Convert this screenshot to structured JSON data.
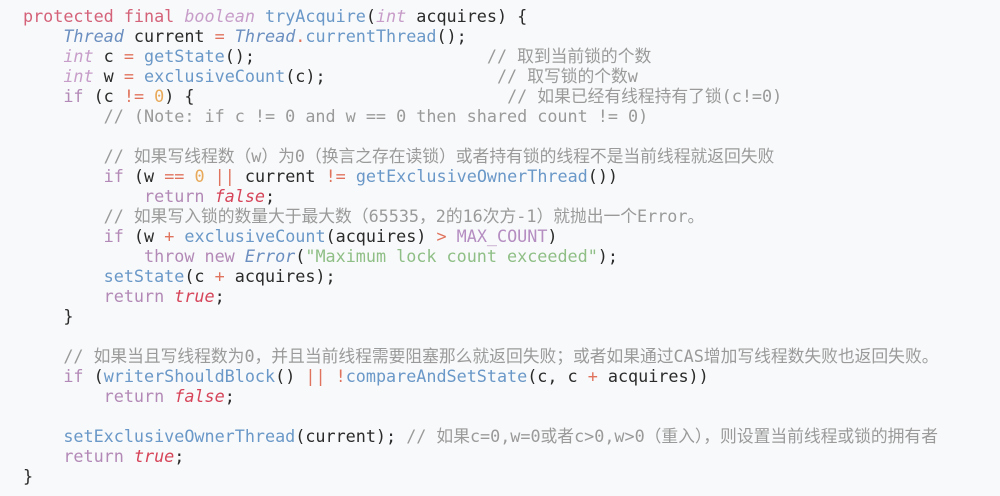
{
  "editor": {
    "background": "#f8f9fa",
    "language": "Java",
    "colors": {
      "keyword": "#d4637a",
      "control": "#b38ab7",
      "type": "#6b8fc0",
      "function": "#6a98c8",
      "operator": "#e0735d",
      "number": "#e8a95a",
      "boolean": "#d6455a",
      "string": "#8fbf86",
      "comment": "#9a9a9a"
    },
    "lines": [
      {
        "tokens": [
          [
            "kw",
            "protected final "
          ],
          [
            "prim",
            "boolean"
          ],
          [
            "var",
            " "
          ],
          [
            "fn",
            "tryAcquire"
          ],
          [
            "var",
            "("
          ],
          [
            "prim",
            "int"
          ],
          [
            "var",
            " acquires) {"
          ]
        ]
      },
      {
        "tokens": [
          [
            "var",
            "    "
          ],
          [
            "type",
            "Thread"
          ],
          [
            "var",
            " current "
          ],
          [
            "op",
            "="
          ],
          [
            "var",
            " "
          ],
          [
            "type",
            "Thread"
          ],
          [
            "op",
            "."
          ],
          [
            "fn",
            "currentThread"
          ],
          [
            "var",
            "();"
          ]
        ]
      },
      {
        "tokens": [
          [
            "var",
            "    "
          ],
          [
            "prim",
            "int"
          ],
          [
            "var",
            " c "
          ],
          [
            "op",
            "="
          ],
          [
            "var",
            " "
          ],
          [
            "fn",
            "getState"
          ],
          [
            "var",
            "();"
          ],
          [
            "var",
            "                       "
          ],
          [
            "cmt",
            "// 取到当前锁的个数"
          ]
        ]
      },
      {
        "tokens": [
          [
            "var",
            "    "
          ],
          [
            "prim",
            "int"
          ],
          [
            "var",
            " w "
          ],
          [
            "op",
            "="
          ],
          [
            "var",
            " "
          ],
          [
            "fn",
            "exclusiveCount"
          ],
          [
            "var",
            "(c);"
          ],
          [
            "var",
            "                 "
          ],
          [
            "cmt",
            "// 取写锁的个数w"
          ]
        ]
      },
      {
        "tokens": [
          [
            "var",
            "    "
          ],
          [
            "ctl",
            "if"
          ],
          [
            "var",
            " (c "
          ],
          [
            "op",
            "!="
          ],
          [
            "var",
            " "
          ],
          [
            "num",
            "0"
          ],
          [
            "var",
            ") {"
          ],
          [
            "var",
            "                               "
          ],
          [
            "cmt",
            "// 如果已经有线程持有了锁(c!=0)"
          ]
        ]
      },
      {
        "tokens": [
          [
            "var",
            "        "
          ],
          [
            "cmt",
            "// (Note: if c != 0 and w == 0 then shared count != 0)"
          ]
        ]
      },
      {
        "tokens": []
      },
      {
        "tokens": [
          [
            "var",
            "        "
          ],
          [
            "cmt",
            "// 如果写线程数（w）为0（换言之存在读锁）或者持有锁的线程不是当前线程就返回失败"
          ]
        ]
      },
      {
        "tokens": [
          [
            "var",
            "        "
          ],
          [
            "ctl",
            "if"
          ],
          [
            "var",
            " (w "
          ],
          [
            "op",
            "=="
          ],
          [
            "var",
            " "
          ],
          [
            "num",
            "0"
          ],
          [
            "var",
            " "
          ],
          [
            "op",
            "||"
          ],
          [
            "var",
            " current "
          ],
          [
            "op",
            "!="
          ],
          [
            "var",
            " "
          ],
          [
            "fn",
            "getExclusiveOwnerThread"
          ],
          [
            "var",
            "())"
          ]
        ]
      },
      {
        "tokens": [
          [
            "var",
            "            "
          ],
          [
            "ctl",
            "return"
          ],
          [
            "var",
            " "
          ],
          [
            "bool",
            "false"
          ],
          [
            "var",
            ";"
          ]
        ]
      },
      {
        "tokens": [
          [
            "var",
            "        "
          ],
          [
            "cmt",
            "// 如果写入锁的数量大于最大数（65535，2的16次方-1）就抛出一个Error。"
          ]
        ]
      },
      {
        "tokens": [
          [
            "var",
            "        "
          ],
          [
            "ctl",
            "if"
          ],
          [
            "var",
            " (w "
          ],
          [
            "op",
            "+"
          ],
          [
            "var",
            " "
          ],
          [
            "fn",
            "exclusiveCount"
          ],
          [
            "var",
            "(acquires) "
          ],
          [
            "op",
            ">"
          ],
          [
            "var",
            " "
          ],
          [
            "const",
            "MAX_COUNT"
          ],
          [
            "var",
            ")"
          ]
        ]
      },
      {
        "tokens": [
          [
            "var",
            "            "
          ],
          [
            "ctl",
            "throw new"
          ],
          [
            "var",
            " "
          ],
          [
            "type",
            "Error"
          ],
          [
            "var",
            "("
          ],
          [
            "str",
            "\"Maximum lock count exceeded\""
          ],
          [
            "var",
            ");"
          ]
        ]
      },
      {
        "tokens": [
          [
            "var",
            "        "
          ],
          [
            "fn",
            "setState"
          ],
          [
            "var",
            "(c "
          ],
          [
            "op",
            "+"
          ],
          [
            "var",
            " acquires);"
          ]
        ]
      },
      {
        "tokens": [
          [
            "var",
            "        "
          ],
          [
            "ctl",
            "return"
          ],
          [
            "var",
            " "
          ],
          [
            "bool",
            "true"
          ],
          [
            "var",
            ";"
          ]
        ]
      },
      {
        "tokens": [
          [
            "var",
            "    }"
          ]
        ]
      },
      {
        "tokens": []
      },
      {
        "tokens": [
          [
            "var",
            "    "
          ],
          [
            "cmt",
            "// 如果当且写线程数为0，并且当前线程需要阻塞那么就返回失败；或者如果通过CAS增加写线程数失败也返回失败。"
          ]
        ]
      },
      {
        "tokens": [
          [
            "var",
            "    "
          ],
          [
            "ctl",
            "if"
          ],
          [
            "var",
            " ("
          ],
          [
            "fn",
            "writerShouldBlock"
          ],
          [
            "var",
            "() "
          ],
          [
            "op",
            "||"
          ],
          [
            "var",
            " "
          ],
          [
            "op",
            "!"
          ],
          [
            "fn",
            "compareAndSetState"
          ],
          [
            "var",
            "(c, c "
          ],
          [
            "op",
            "+"
          ],
          [
            "var",
            " acquires))"
          ]
        ]
      },
      {
        "tokens": [
          [
            "var",
            "        "
          ],
          [
            "ctl",
            "return"
          ],
          [
            "var",
            " "
          ],
          [
            "bool",
            "false"
          ],
          [
            "var",
            ";"
          ]
        ]
      },
      {
        "tokens": []
      },
      {
        "tokens": [
          [
            "var",
            "    "
          ],
          [
            "fn",
            "setExclusiveOwnerThread"
          ],
          [
            "var",
            "(current); "
          ],
          [
            "cmt",
            "// 如果c=0,w=0或者c>0,w>0（重入），则设置当前线程或锁的拥有者"
          ]
        ]
      },
      {
        "tokens": [
          [
            "var",
            "    "
          ],
          [
            "ctl",
            "return"
          ],
          [
            "var",
            " "
          ],
          [
            "bool",
            "true"
          ],
          [
            "var",
            ";"
          ]
        ]
      },
      {
        "tokens": [
          [
            "var",
            "}"
          ]
        ]
      }
    ]
  }
}
